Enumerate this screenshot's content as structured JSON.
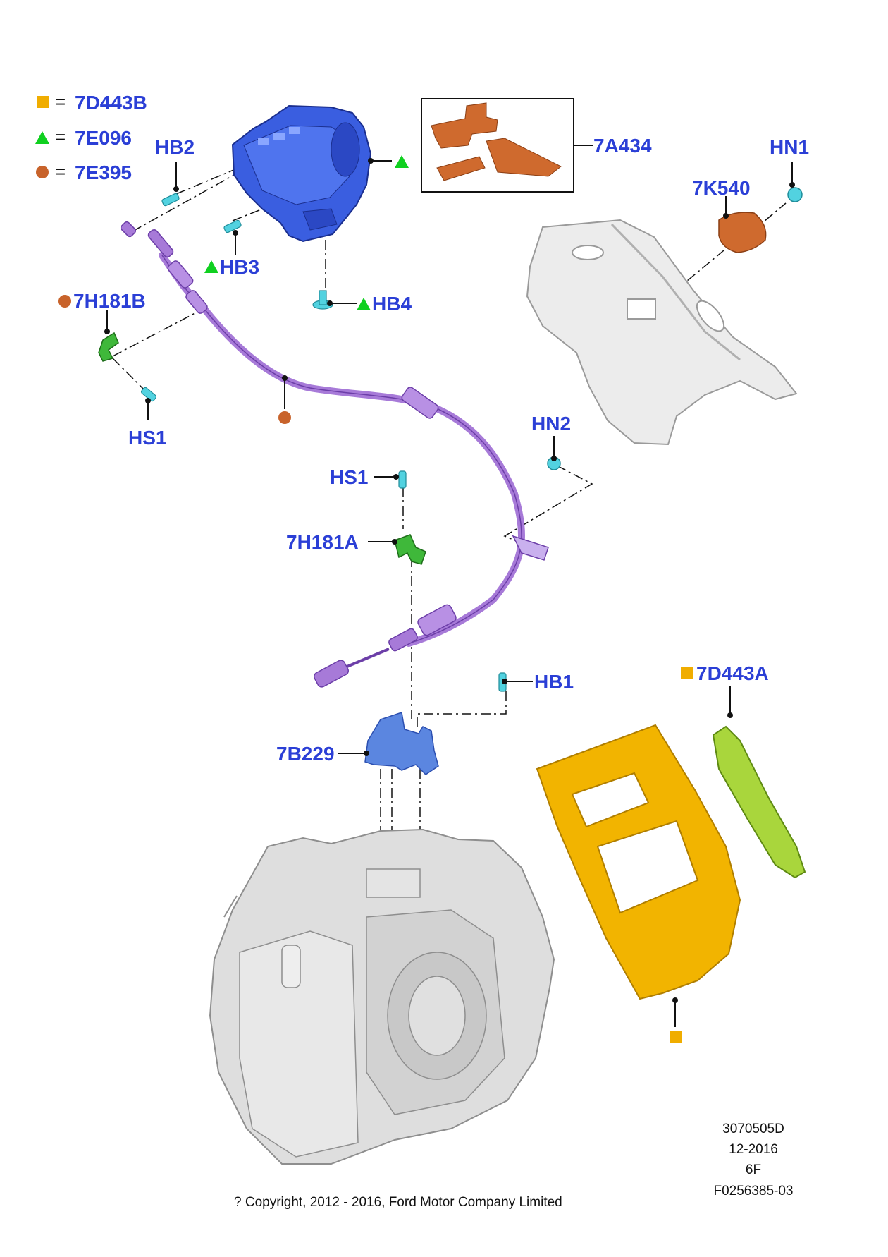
{
  "legend": [
    {
      "symbol": "square",
      "color": "#f0ad00",
      "equals": "=",
      "code": "7D443B"
    },
    {
      "symbol": "triangle",
      "color": "#10d020",
      "equals": "=",
      "code": "7E096"
    },
    {
      "symbol": "circle",
      "color": "#c8632b",
      "equals": "=",
      "code": "7E395"
    }
  ],
  "labels": {
    "hb2": "HB2",
    "hb3": "HB3",
    "hb4": "HB4",
    "a7434": "7A434",
    "hn1": "HN1",
    "k7540": "7K540",
    "h7181b": "7H181B",
    "hs1_top": "HS1",
    "hs1_mid": "HS1",
    "hn2": "HN2",
    "h7181a": "7H181A",
    "hb1": "HB1",
    "d7443a": "7D443A",
    "b7229": "7B229"
  },
  "footer": {
    "drawing_number": "3070505D",
    "date": "12-2016",
    "variant": "6F",
    "figure_id": "F0256385-03",
    "copyright": "? Copyright, 2012 - 2016, Ford Motor Company Limited"
  },
  "colors": {
    "label_blue": "#2b3fd6",
    "selector_blue": "#3a5ee0",
    "cable_purple": "#a77ad8",
    "bolt_cyan": "#52d2e0",
    "clip_green": "#3fb83a",
    "pad_orange": "#cf6a2e",
    "console_yellow": "#f2b400",
    "trim_green": "#a9d63c",
    "bracket_blue": "#5b86e0",
    "casting_grey": "#dedede"
  }
}
